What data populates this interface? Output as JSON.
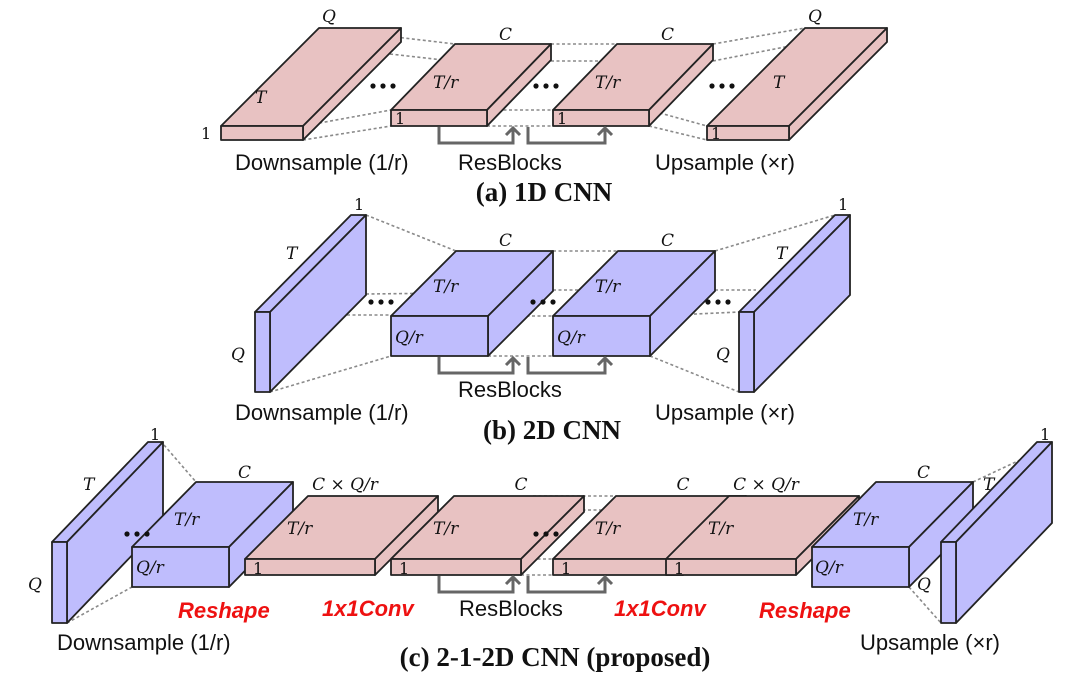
{
  "colors": {
    "one_d_block": "#e8c2c2",
    "two_d_block": "#bfbdfd",
    "highlight_text": "#ee1111",
    "outline": "#222222",
    "connector": "#8a8a8a",
    "skip_arrow": "#666666"
  },
  "panels": [
    {
      "id": "a",
      "caption": "(a) 1D CNN",
      "labels": {
        "downsample": "Downsample (1/r)",
        "resblocks": "ResBlocks",
        "upsample": "Upsample (×r)"
      },
      "blocks": [
        {
          "role": "input",
          "type": "1d",
          "dims": {
            "depth": "T",
            "width": "Q",
            "height": "1"
          }
        },
        {
          "role": "resblock-1",
          "type": "1d",
          "dims": {
            "depth": "T/r",
            "width": "C",
            "height": "1"
          }
        },
        {
          "role": "resblock-2",
          "type": "1d",
          "dims": {
            "depth": "T/r",
            "width": "C",
            "height": "1"
          }
        },
        {
          "role": "output",
          "type": "1d",
          "dims": {
            "depth": "T",
            "width": "Q",
            "height": "1"
          }
        }
      ]
    },
    {
      "id": "b",
      "caption": "(b) 2D CNN",
      "labels": {
        "downsample": "Downsample (1/r)",
        "resblocks": "ResBlocks",
        "upsample": "Upsample (×r)"
      },
      "blocks": [
        {
          "role": "input",
          "type": "2d",
          "dims": {
            "depth": "T",
            "width": "1",
            "height": "Q"
          }
        },
        {
          "role": "resblock-1",
          "type": "2d",
          "dims": {
            "depth": "T/r",
            "width": "C",
            "height": "Q/r"
          }
        },
        {
          "role": "resblock-2",
          "type": "2d",
          "dims": {
            "depth": "T/r",
            "width": "C",
            "height": "Q/r"
          }
        },
        {
          "role": "output",
          "type": "2d",
          "dims": {
            "depth": "T",
            "width": "1",
            "height": "Q"
          }
        }
      ]
    },
    {
      "id": "c",
      "caption": "(c) 2-1-2D CNN (proposed)",
      "labels": {
        "downsample": "Downsample (1/r)",
        "reshape_in": "Reshape",
        "conv_in": "1x1Conv",
        "resblocks": "ResBlocks",
        "conv_out": "1x1Conv",
        "reshape_out": "Reshape",
        "upsample": "Upsample (×r)"
      },
      "blocks": [
        {
          "role": "input",
          "type": "2d",
          "dims": {
            "depth": "T",
            "width": "1",
            "height": "Q"
          }
        },
        {
          "role": "downsampled",
          "type": "2d",
          "dims": {
            "depth": "T/r",
            "width": "C",
            "height": "Q/r"
          }
        },
        {
          "role": "reshaped-in",
          "type": "1d",
          "dims": {
            "depth": "T/r",
            "width": "C × Q/r",
            "height": "1"
          }
        },
        {
          "role": "resblock-1",
          "type": "1d",
          "dims": {
            "depth": "T/r",
            "width": "C",
            "height": "1"
          }
        },
        {
          "role": "resblock-2",
          "type": "1d",
          "dims": {
            "depth": "T/r",
            "width": "C",
            "height": "1"
          }
        },
        {
          "role": "reshaped-out",
          "type": "1d",
          "dims": {
            "depth": "T/r",
            "width": "C × Q/r",
            "height": "1"
          }
        },
        {
          "role": "pre-upsample",
          "type": "2d",
          "dims": {
            "depth": "T/r",
            "width": "C",
            "height": "Q/r"
          }
        },
        {
          "role": "output",
          "type": "2d",
          "dims": {
            "depth": "T",
            "width": "1",
            "height": "Q"
          }
        }
      ]
    }
  ],
  "ellipsis": "•••"
}
